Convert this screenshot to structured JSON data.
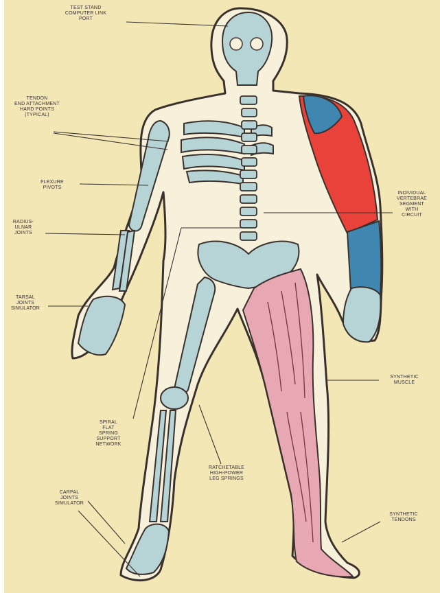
{
  "diagram": {
    "colors": {
      "paper": "#f3e7b6",
      "outline": "#3a302c",
      "skeleton": "#b6d3d6",
      "body_light": "#f7f0db",
      "muscle_pink": "#e7a8b3",
      "arm_red": "#e9423b",
      "arm_blue": "#3f86b0"
    },
    "labels": {
      "head": "TEST STAND\nCOMPUTER LINK\nPORT",
      "tendon": "TENDON\nEND ATTACHMENT\nHARD POINTS\n(TYPICAL)",
      "flexure": "FLEXURE\nPIVOTS",
      "radius": "RADIUS-\nULNAR\nJOINTS",
      "tarsal": "TARSAL\nJOINTS\nSIMULATOR",
      "vertebrae": "INDIVIDUAL\nVERTEBRAE\nSEGMENT\nWITH\nCIRCUIT",
      "synthetic_muscle": "SYNTHETIC\nMUSCLE",
      "spiral": "SPIRAL\nFLAT\nSPRING\nSUPPORT\nNETWORK",
      "leg_springs": "RATCHETABLE\nHIGH-POWER\nLEG SPRINGS",
      "carpal": "CARPAL\nJOINTS\nSIMULATOR",
      "synthetic_tendons": "SYNTHETIC\nTENDONS"
    }
  }
}
